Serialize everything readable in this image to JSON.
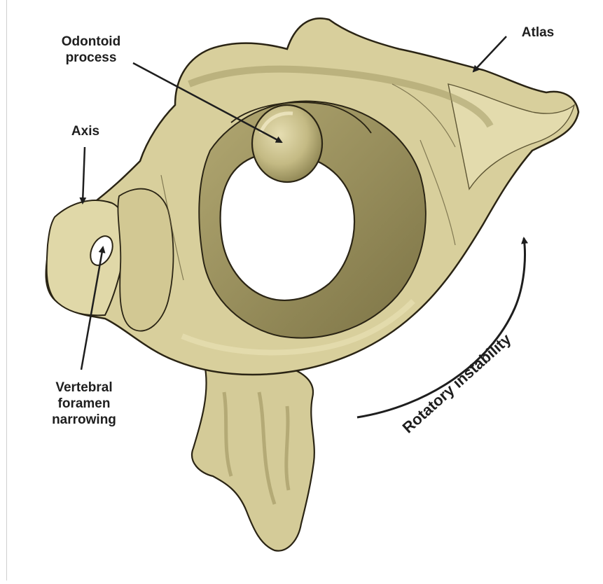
{
  "labels": {
    "odontoid": [
      "Odontoid",
      "process"
    ],
    "atlas": "Atlas",
    "axis": "Axis",
    "vertebral": [
      "Vertebral",
      "foramen",
      "narrowing"
    ],
    "rotatory": "Rotatory instability"
  },
  "colors": {
    "bone_light": "#ded6a6",
    "bone_mid": "#c9bf8a",
    "bone_dark": "#8f8654",
    "shadow": "#6e6640",
    "outline": "#2a2414",
    "arrow": "#1e1e1e"
  },
  "icons": {
    "annotation": "arrow-icon"
  }
}
